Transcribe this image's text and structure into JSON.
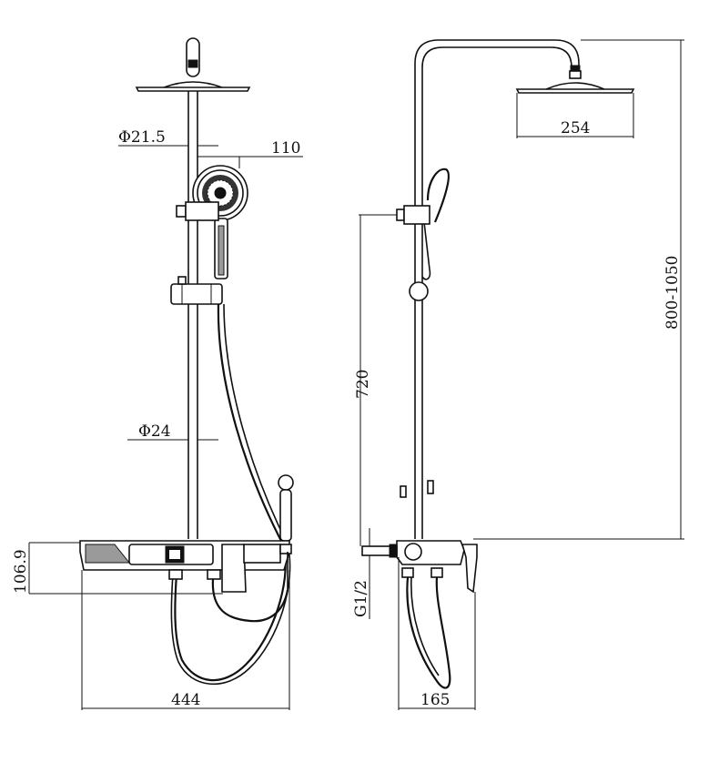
{
  "dimensions": {
    "head_pipe_diameter": "Φ21.5",
    "handset_offset": "110",
    "rod_diameter": "Φ24",
    "mixer_height": "106.9",
    "mixer_width": "444",
    "head_diameter": "254",
    "bracket_height": "720",
    "total_height": "800-1050",
    "thread": "G1/2",
    "side_depth": "165"
  }
}
